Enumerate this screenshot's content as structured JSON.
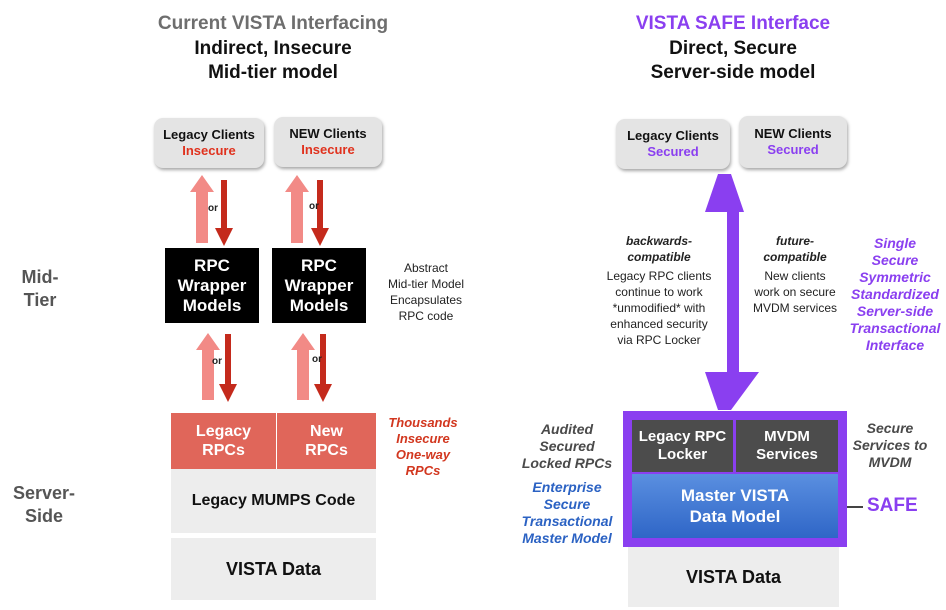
{
  "left": {
    "title_line1": "Current VISTA Interfacing",
    "title_line2": "Indirect, Insecure",
    "title_line3": "Mid-tier model",
    "legacy_client": {
      "name": "Legacy Clients",
      "status": "Insecure"
    },
    "new_client": {
      "name": "NEW  Clients",
      "status": "Insecure"
    },
    "or_label": "or",
    "wrapper_line1": "RPC",
    "wrapper_line2": "Wrapper",
    "wrapper_line3": "Models",
    "abstract_note": [
      "Abstract",
      "Mid-tier Model",
      "Encapsulates",
      "RPC code"
    ],
    "legacy_rpcs": [
      "Legacy",
      "RPCs"
    ],
    "new_rpcs": [
      "New",
      "RPCs"
    ],
    "thousands_note": [
      "Thousands",
      "Insecure",
      "One-way",
      "RPCs"
    ],
    "mumps_code": "Legacy MUMPS Code",
    "vista_data": "VISTA Data"
  },
  "side_labels": {
    "mid_tier": [
      "Mid-",
      "Tier"
    ],
    "server_side": [
      "Server-",
      "Side"
    ]
  },
  "right": {
    "title_line1": "VISTA SAFE Interface",
    "title_line2": "Direct, Secure",
    "title_line3": "Server-side model",
    "legacy_client": {
      "name": "Legacy Clients",
      "status": "Secured"
    },
    "new_client": {
      "name": "NEW  Clients",
      "status": "Secured"
    },
    "backwards_heading": [
      "backwards-",
      "compatible"
    ],
    "backwards_text": [
      "Legacy RPC clients",
      "continue to work",
      "*unmodified* with",
      "enhanced security",
      "via RPC Locker"
    ],
    "future_heading": [
      "future-",
      "compatible"
    ],
    "future_text": [
      "New clients",
      "work on secure",
      "MVDM services"
    ],
    "single_secure": [
      "Single",
      "Secure",
      "Symmetric",
      "Standardized",
      "Server-side",
      "Transactional",
      "Interface"
    ],
    "audited_note": [
      "Audited",
      "Secured",
      "Locked RPCs"
    ],
    "enterprise_note": [
      "Enterprise",
      "Secure",
      "Transactional",
      "Master Model"
    ],
    "rpc_locker": [
      "Legacy RPC",
      "Locker"
    ],
    "mvdm_services": [
      "MVDM",
      "Services"
    ],
    "master_model": [
      "Master VISTA",
      "Data Model"
    ],
    "secure_services_note": [
      "Secure",
      "Services to",
      "MVDM"
    ],
    "safe_label": "SAFE",
    "vista_data": "VISTA Data"
  },
  "colors": {
    "purple": "#8a3ff0",
    "red": "#e0321e",
    "salmon": "#e0665a",
    "arrow_dark_red": "#c42a1c",
    "arrow_pink": "#f28a86",
    "blue": "#2f66c7"
  }
}
